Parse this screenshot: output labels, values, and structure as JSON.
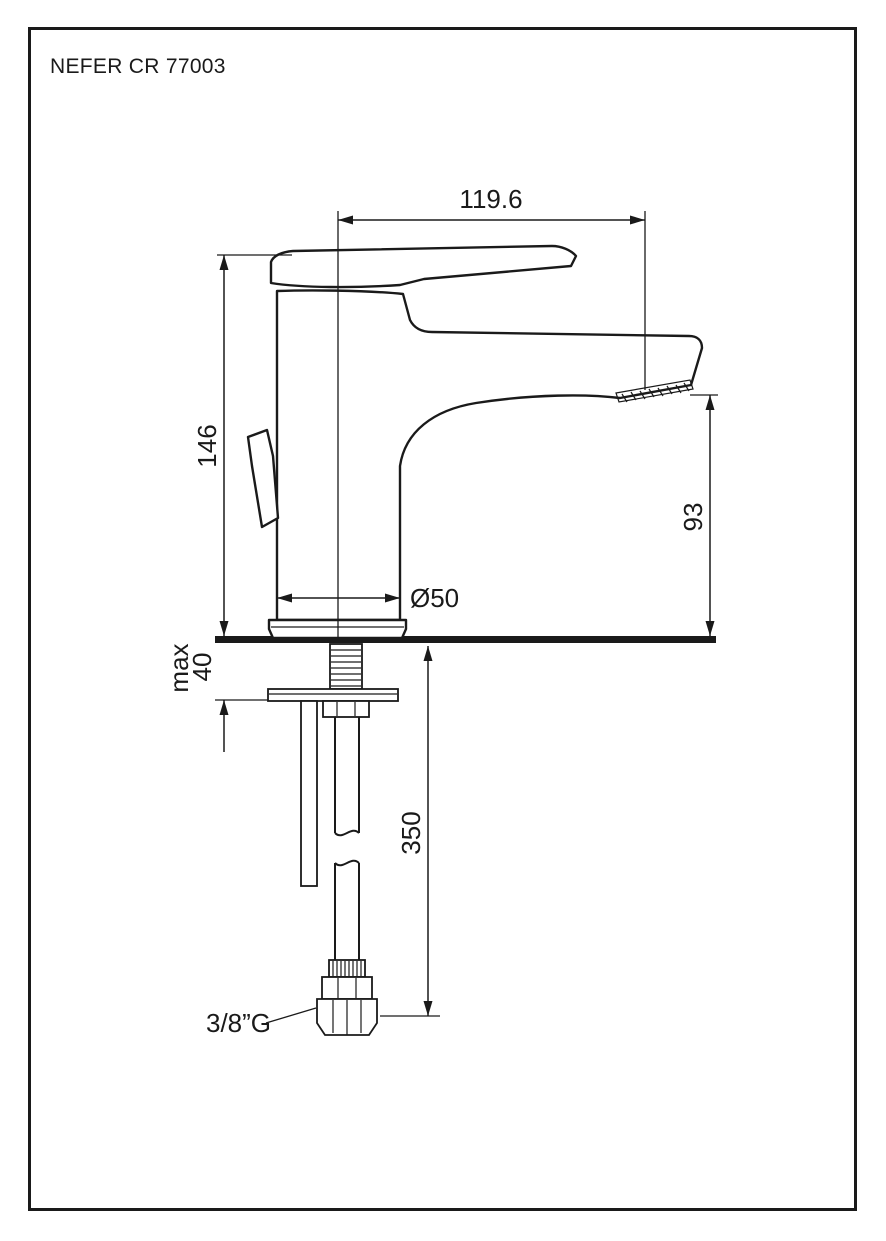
{
  "page": {
    "title": "NEFER CR 77003",
    "background_color": "#ffffff",
    "line_color": "#1a1a1a"
  },
  "dimensions": {
    "spout_reach": "119.6",
    "total_height": "146",
    "spout_height": "93",
    "base_diameter": "Ø50",
    "deck_max_word": "max",
    "deck_max_value": "40",
    "supply_length": "350",
    "thread_size": "3/8”G"
  }
}
